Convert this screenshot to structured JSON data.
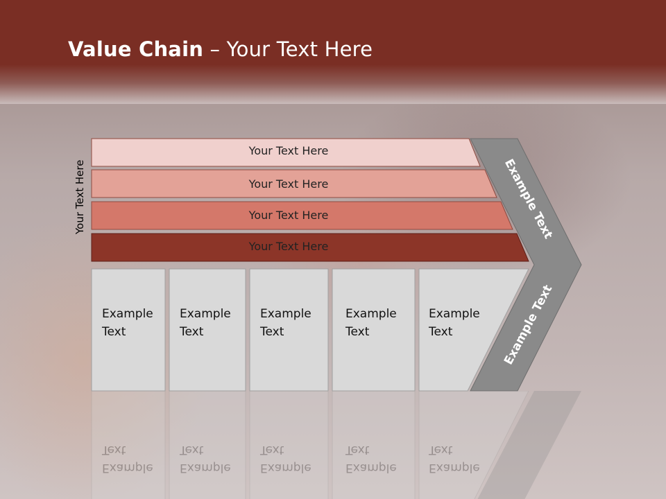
{
  "title": {
    "bold": "Value Chain",
    "rest": " – Your Text Here"
  },
  "side_label": "Your Text Here",
  "bars": [
    {
      "label": "Your Text Here",
      "color": "#f0d0cd"
    },
    {
      "label": "Your Text Here",
      "color": "#e3a297"
    },
    {
      "label": "Your Text Here",
      "color": "#d4786a"
    },
    {
      "label": "Your Text Here",
      "color": "#8c3528"
    }
  ],
  "boxes": [
    {
      "line1": "Example",
      "line2": "Text"
    },
    {
      "line1": "Example",
      "line2": "Text"
    },
    {
      "line1": "Example",
      "line2": "Text"
    },
    {
      "line1": "Example",
      "line2": "Text"
    },
    {
      "line1": "Example",
      "line2": "Text"
    }
  ],
  "chevron": {
    "upper": "Example Text",
    "lower": "Example Text",
    "color": "#8a8a8a"
  },
  "colors": {
    "header": "#7a2e24",
    "box_fill": "#d9d9d9"
  }
}
